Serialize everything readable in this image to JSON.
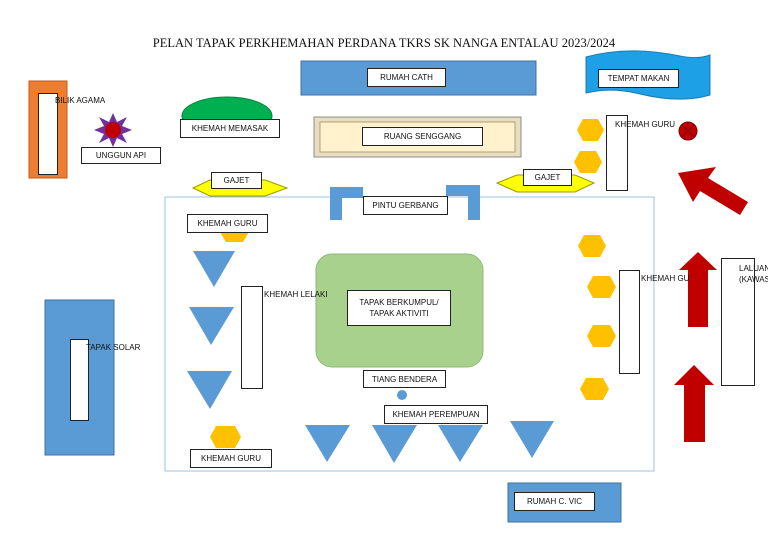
{
  "title": "PELAN TAPAK PERKHEMAHAN PERDANA TKRS SK NANGA ENTALAU 2023/2024",
  "labels": {
    "rumah_cath": "RUMAH CATH",
    "tempat_makan": "TEMPAT MAKAN",
    "bilik_agama": "BILIK AGAMA",
    "khemah_memasak": "KHEMAH MEMASAK",
    "ruang_senggang": "RUANG SENGGANG",
    "unggun_api": "UNGGUN API",
    "khemah_guru_ne": "KHEMAH GURU",
    "gajet_left": "GAJET",
    "gajet_right": "GAJET",
    "pintu_gerbang": "PINTU GERBANG",
    "khemah_guru_nw": "KHEMAH GURU",
    "khemah_lelaki": "KHEMAH LELAKI",
    "tapak_berkumpul": "TAPAK BERKUMPUL/ TAPAK AKTIVITI",
    "khemah_guru_e": "KHEMAH GURU",
    "laluan": "LALUAN (KAWASAN",
    "tapak_solar": "TAPAK SOLAR",
    "tiang_bendera": "TIANG BENDERA",
    "khemah_perempuan": "KHEMAH PEREMPUAN",
    "khemah_guru_sw": "KHEMAH GURU",
    "rumah_c_vic": "RUMAH C. VIC"
  },
  "colors": {
    "blue": "#5b9bd5",
    "green_tent": "#00b050",
    "hexagon": "#ffc000",
    "arrow": "#c00000",
    "orange": "#ed7d31",
    "assembly": "#a9d18e",
    "gajet": "#ffff00",
    "senggang": "#fff2cc",
    "bilik_star": "#7030a0"
  }
}
